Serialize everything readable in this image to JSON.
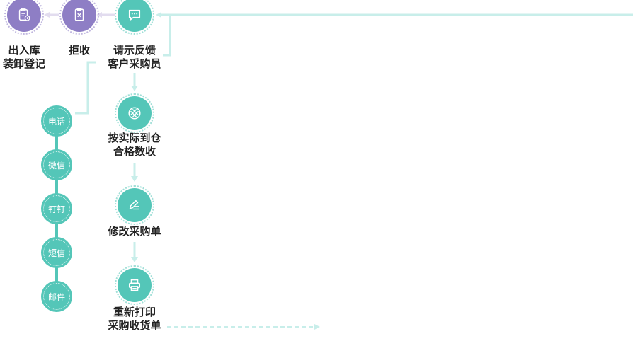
{
  "nodes": {
    "outbound": {
      "label_line1": "出入库",
      "label_line2": "装卸登记",
      "icon": "clipboard-icon"
    },
    "reject": {
      "label": "拒收",
      "icon": "reject-doc-icon"
    },
    "feedback": {
      "label_line1": "请示反馈",
      "label_line2": "客户采购员",
      "icon": "message-icon"
    },
    "actual_receive": {
      "label_line1": "按实际到仓",
      "label_line2": "合格数收",
      "icon": "warehouse-icon"
    },
    "modify_po": {
      "label": "修改采购单",
      "icon": "edit-icon"
    },
    "reprint": {
      "label_line1": "重新打印",
      "label_line2": "采购收货单",
      "icon": "printer-icon"
    }
  },
  "channels": [
    {
      "label": "电话"
    },
    {
      "label": "微信"
    },
    {
      "label": "钉钉"
    },
    {
      "label": "短信"
    },
    {
      "label": "邮件"
    }
  ],
  "colors": {
    "purple": "#8e7ec5",
    "teal": "#54c6b8",
    "connector": "#c8eeea"
  }
}
